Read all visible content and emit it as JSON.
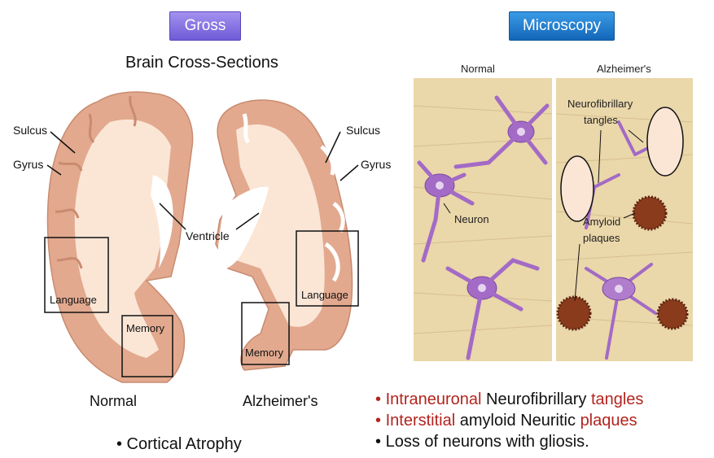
{
  "badges": {
    "gross": "Gross",
    "microscopy": "Microscopy"
  },
  "gross": {
    "title": "Brain Cross-Sections",
    "labels": {
      "sulcus_left": "Sulcus",
      "gyrus_left": "Gyrus",
      "sulcus_right": "Sulcus",
      "gyrus_right": "Gyrus",
      "ventricle": "Ventricle",
      "language_normal": "Language",
      "memory_normal": "Memory",
      "language_alz": "Language",
      "memory_alz": "Memory"
    },
    "captions": {
      "normal": "Normal",
      "alzheimers": "Alzheimer's"
    },
    "bullet": "• Cortical Atrophy"
  },
  "microscopy": {
    "panel_normal": "Normal",
    "panel_alzheimers": "Alzheimer's",
    "labels": {
      "neuron": "Neuron",
      "tangles_line1": "Neurofibrillary",
      "tangles_line2": "tangles",
      "amyloid_line1": "Amyloid",
      "amyloid_line2": "plaques"
    }
  },
  "findings": [
    {
      "bullet": "•",
      "parts": [
        {
          "text": "Intraneuronal",
          "red": true
        },
        {
          "text": " Neurofibrillary ",
          "red": false
        },
        {
          "text": "tangles",
          "red": true
        }
      ]
    },
    {
      "bullet": "•",
      "parts": [
        {
          "text": "Interstitial",
          "red": true
        },
        {
          "text": " amyloid Neuritic ",
          "red": false
        },
        {
          "text": "plaques",
          "red": true
        }
      ]
    },
    {
      "bullet": "•",
      "parts": [
        {
          "text": "Loss of neurons with gliosis.",
          "red": false
        }
      ]
    }
  ],
  "colors": {
    "cortex": "#e2a98f",
    "white_matter": "#fbe6d6",
    "stain_bg": "#ead7aa",
    "neuron": "#a36ac6",
    "plaque": "#8a3b1c",
    "red_text": "#b3241e"
  }
}
